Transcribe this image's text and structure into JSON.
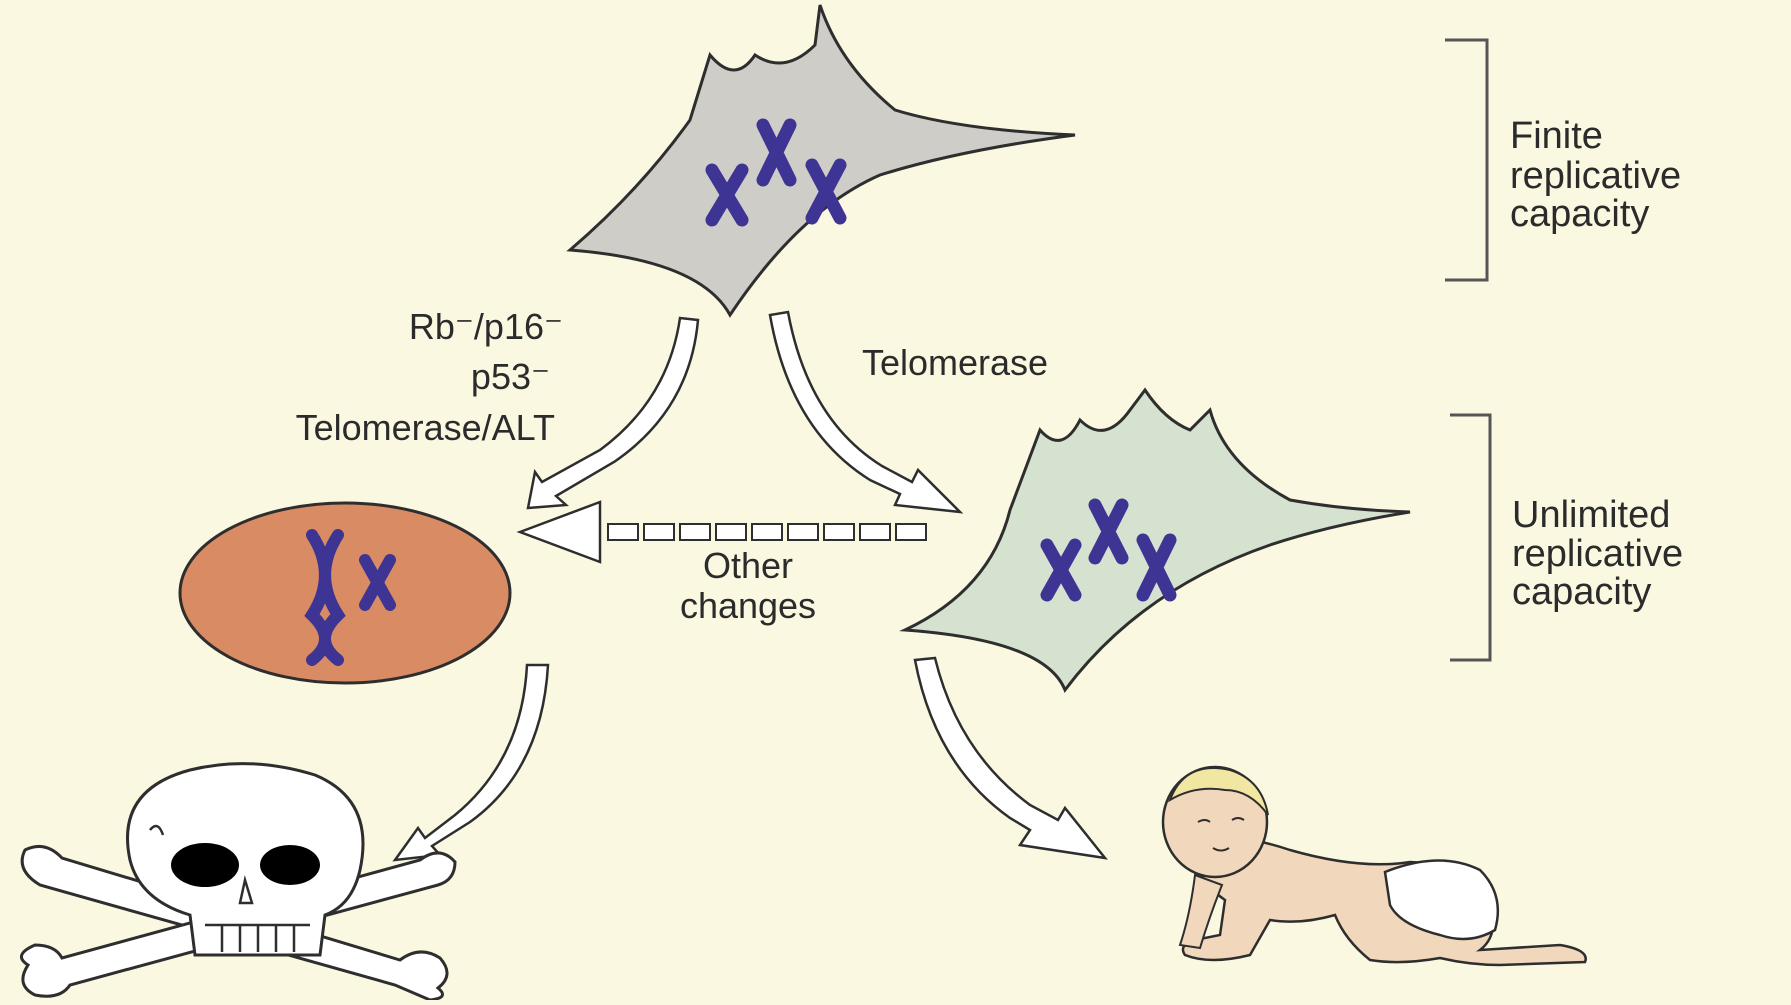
{
  "labels": {
    "rb_p16": "Rb⁻/p16⁻",
    "p53": "p53⁻",
    "telomerase_alt": "Telomerase/ALT",
    "telomerase": "Telomerase",
    "other": "Other",
    "changes": "changes"
  },
  "brackets": {
    "finite": [
      "Finite",
      "replicative",
      "capacity"
    ],
    "unlimited": [
      "Unlimited",
      "replicative",
      "capacity"
    ]
  },
  "colors": {
    "background": "#fbf8e2",
    "normal_cell": "#cfcdc8",
    "immortal_cell": "#d4e2cf",
    "tumor_cell": "#d98b63",
    "chromosome": "#3e3494",
    "outline": "#2e2e2e"
  }
}
